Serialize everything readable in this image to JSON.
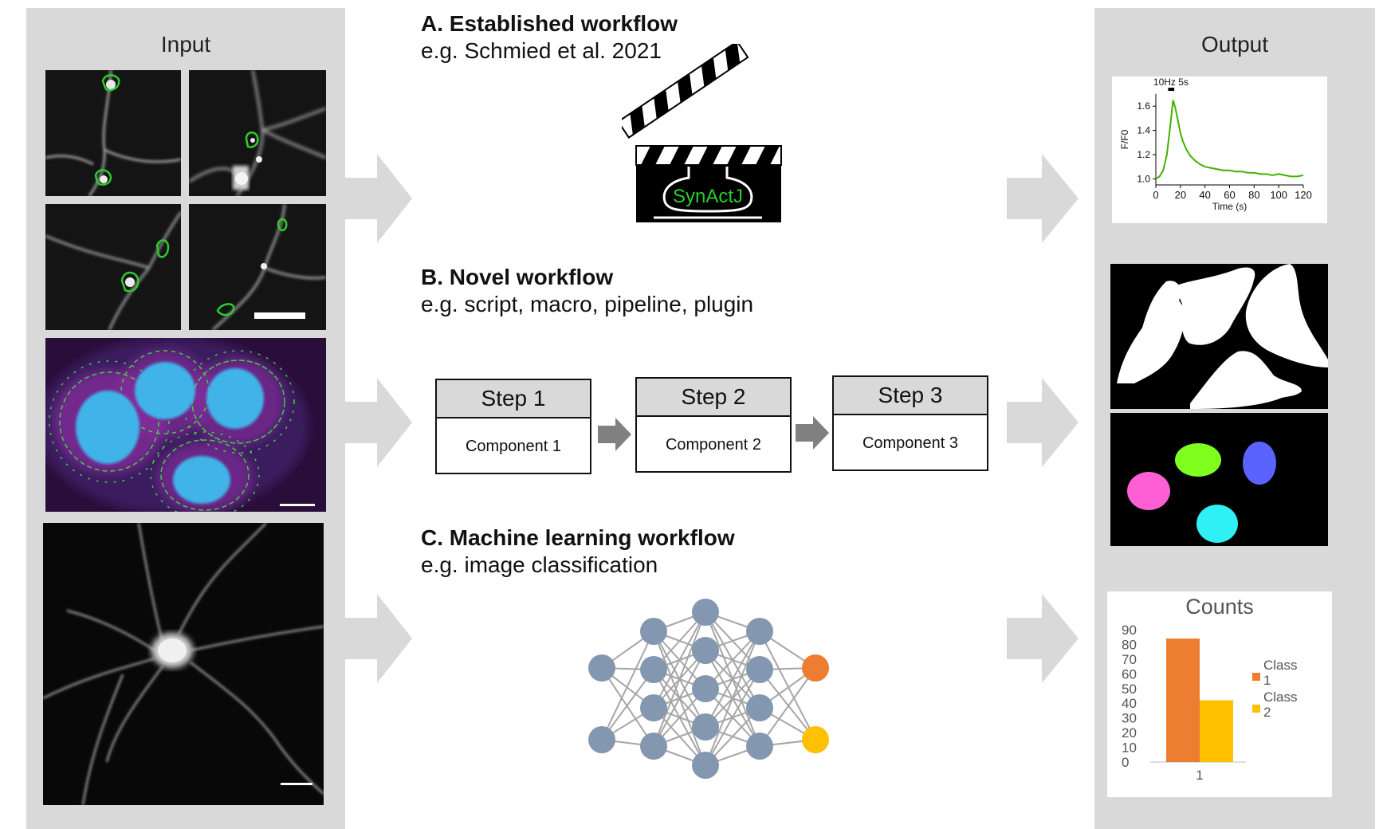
{
  "input": {
    "title": "Input"
  },
  "output": {
    "title": "Output"
  },
  "workflows": [
    {
      "title": "A. Established workflow",
      "subtitle": "e.g. Schmied et al. 2021",
      "logo_text": "SynActJ"
    },
    {
      "title": "B. Novel workflow",
      "subtitle": "e.g. script, macro, pipeline, plugin"
    },
    {
      "title": "C. Machine learning workflow",
      "subtitle": "e.g. image classification"
    }
  ],
  "steps": [
    {
      "label": "Step 1",
      "component": "Component 1"
    },
    {
      "label": "Step 2",
      "component": "Component 2"
    },
    {
      "label": "Step 3",
      "component": "Component 3"
    }
  ],
  "colors": {
    "panel": "#d9d9d9",
    "arrow": "#d9d9d9",
    "step_arrow": "#808080",
    "trace": "#44b000",
    "node": "#8497b0",
    "out_node_1": "#ed7d31",
    "out_node_2": "#ffc000",
    "roi_green": "#2ccc2c",
    "nucleus": "#3fb4e8",
    "membrane": "#b03ab6"
  },
  "network": {
    "layers": [
      2,
      4,
      5,
      4,
      2
    ]
  },
  "chart_data": [
    {
      "type": "line",
      "annotation": "10Hz 5s",
      "xlabel": "Time (s)",
      "ylabel": "F/F0",
      "xlim": [
        0,
        120
      ],
      "ylim": [
        0.95,
        1.7
      ],
      "xticks": [
        0,
        20,
        40,
        60,
        80,
        100,
        120
      ],
      "yticks": [
        1.0,
        1.2,
        1.4,
        1.6
      ],
      "ytick_labels": [
        "1.0",
        "1.2",
        "1.4",
        "1.6"
      ],
      "x": [
        0,
        3,
        6,
        9,
        12,
        14,
        16,
        18,
        20,
        22,
        25,
        28,
        32,
        36,
        40,
        45,
        50,
        55,
        60,
        65,
        70,
        75,
        80,
        85,
        90,
        95,
        100,
        105,
        110,
        115,
        120
      ],
      "y": [
        1.0,
        1.02,
        1.07,
        1.2,
        1.46,
        1.65,
        1.58,
        1.48,
        1.38,
        1.31,
        1.24,
        1.19,
        1.15,
        1.12,
        1.1,
        1.09,
        1.08,
        1.07,
        1.07,
        1.06,
        1.06,
        1.05,
        1.05,
        1.04,
        1.04,
        1.03,
        1.04,
        1.03,
        1.02,
        1.02,
        1.03
      ]
    },
    {
      "type": "bar",
      "title": "Counts",
      "categories": [
        "1"
      ],
      "series": [
        {
          "name": "Class 1",
          "values": [
            84
          ]
        },
        {
          "name": "Class 2",
          "values": [
            42
          ]
        }
      ],
      "ylim": [
        0,
        90
      ],
      "yticks": [
        0,
        10,
        20,
        30,
        40,
        50,
        60,
        70,
        80,
        90
      ],
      "legend": "right"
    }
  ]
}
